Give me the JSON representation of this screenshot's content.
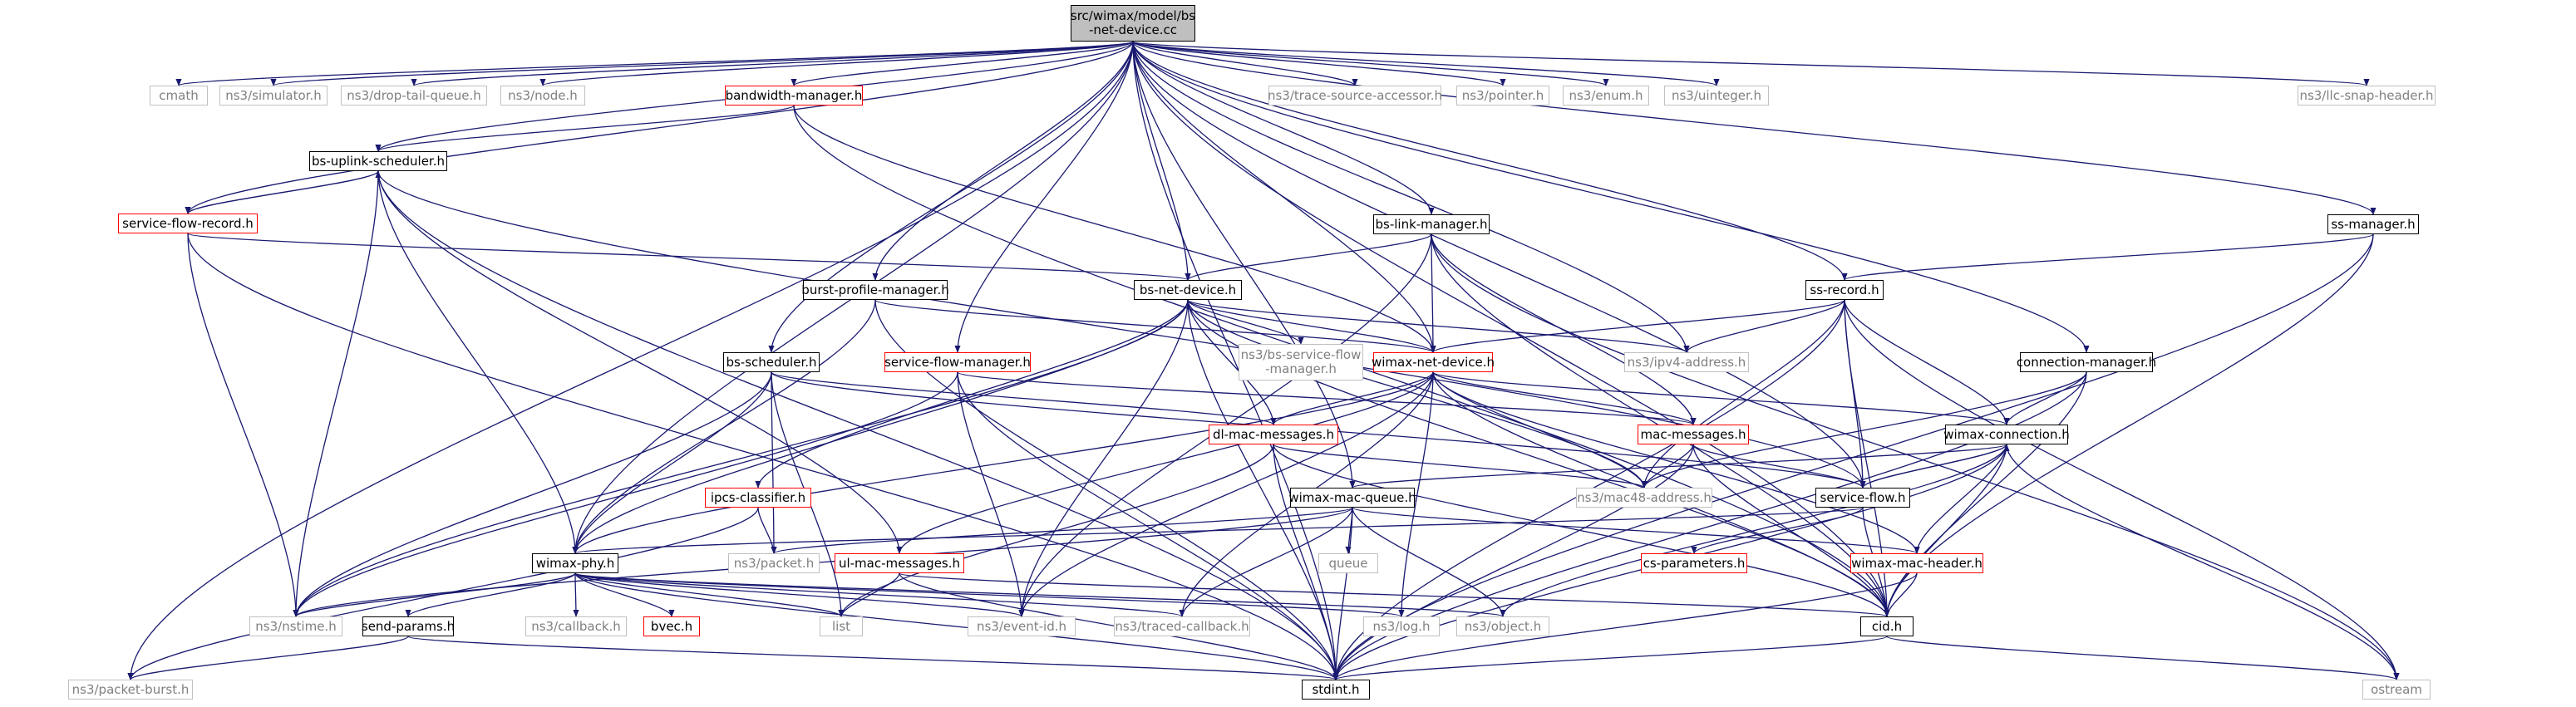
{
  "colors": {
    "edge": "#191970",
    "documented_border": "#000000",
    "external_border": "#c0c0c0",
    "truncated_border": "#ff0000",
    "root_fill": "#bfbfbf"
  },
  "nodes": {
    "root": "src/wimax/model/bs\n-net-device.cc",
    "cmath": "cmath",
    "simulator": "ns3/simulator.h",
    "droptail": "ns3/drop-tail-queue.h",
    "node": "ns3/node.h",
    "bwmgr": "bandwidth-manager.h",
    "tsa": "ns3/trace-source-accessor.h",
    "pointer": "ns3/pointer.h",
    "enum": "ns3/enum.h",
    "uinteger": "ns3/uinteger.h",
    "llc": "ns3/llc-snap-header.h",
    "uplink": "bs-uplink-scheduler.h",
    "sfrecord": "service-flow-record.h",
    "linkmgr": "bs-link-manager.h",
    "ssmgr": "ss-manager.h",
    "burst": "burst-profile-manager.h",
    "bsnd": "bs-net-device.h",
    "ssrecord": "ss-record.h",
    "bssched": "bs-scheduler.h",
    "sfmgr": "service-flow-manager.h",
    "bssfm": "ns3/bs-service-flow\n-manager.h",
    "wnd": "wimax-net-device.h",
    "ipv4": "ns3/ipv4-address.h",
    "connmgr": "connection-manager.h",
    "dlmac": "dl-mac-messages.h",
    "macmsg": "mac-messages.h",
    "wconn": "wimax-connection.h",
    "ipcs": "ipcs-classifier.h",
    "wmq": "wimax-mac-queue.h",
    "mac48": "ns3/mac48-address.h",
    "sflow": "service-flow.h",
    "wphy": "wimax-phy.h",
    "packet": "ns3/packet.h",
    "ulmac": "ul-mac-messages.h",
    "queue": "queue",
    "csparams": "cs-parameters.h",
    "wmh": "wimax-mac-header.h",
    "nstime": "ns3/nstime.h",
    "sendparams": "send-params.h",
    "callback": "ns3/callback.h",
    "bvec": "bvec.h",
    "list": "list",
    "eventid": "ns3/event-id.h",
    "tcb": "ns3/traced-callback.h",
    "log": "ns3/log.h",
    "object": "ns3/object.h",
    "cid": "cid.h",
    "pburst": "ns3/packet-burst.h",
    "stdint": "stdint.h",
    "ostream": "ostream"
  },
  "edges": [
    [
      "root",
      "cmath"
    ],
    [
      "root",
      "simulator"
    ],
    [
      "root",
      "droptail"
    ],
    [
      "root",
      "node"
    ],
    [
      "root",
      "bwmgr"
    ],
    [
      "root",
      "tsa"
    ],
    [
      "root",
      "pointer"
    ],
    [
      "root",
      "enum"
    ],
    [
      "root",
      "uinteger"
    ],
    [
      "root",
      "llc"
    ],
    [
      "root",
      "uplink"
    ],
    [
      "root",
      "sfrecord"
    ],
    [
      "root",
      "linkmgr"
    ],
    [
      "root",
      "ssmgr"
    ],
    [
      "root",
      "burst"
    ],
    [
      "root",
      "bsnd"
    ],
    [
      "root",
      "ssrecord"
    ],
    [
      "root",
      "bssched"
    ],
    [
      "root",
      "sfmgr"
    ],
    [
      "root",
      "wnd"
    ],
    [
      "root",
      "ipv4"
    ],
    [
      "root",
      "connmgr"
    ],
    [
      "root",
      "wmq"
    ],
    [
      "root",
      "sflow"
    ],
    [
      "root",
      "wphy"
    ],
    [
      "root",
      "cid"
    ],
    [
      "root",
      "pburst"
    ],
    [
      "root",
      "stdint"
    ],
    [
      "bwmgr",
      "uplink"
    ],
    [
      "bwmgr",
      "wnd"
    ],
    [
      "bwmgr",
      "cid"
    ],
    [
      "uplink",
      "sfrecord"
    ],
    [
      "sfrecord",
      "uplink"
    ],
    [
      "uplink",
      "nstime"
    ],
    [
      "uplink",
      "stdint"
    ],
    [
      "uplink",
      "wphy"
    ],
    [
      "uplink",
      "sflow"
    ],
    [
      "uplink",
      "ulmac"
    ],
    [
      "sfrecord",
      "bsnd"
    ],
    [
      "sfrecord",
      "nstime"
    ],
    [
      "sfrecord",
      "stdint"
    ],
    [
      "linkmgr",
      "bsnd"
    ],
    [
      "linkmgr",
      "wnd"
    ],
    [
      "linkmgr",
      "macmsg"
    ],
    [
      "linkmgr",
      "eventid"
    ],
    [
      "linkmgr",
      "cid"
    ],
    [
      "linkmgr",
      "ostream"
    ],
    [
      "ssmgr",
      "ssrecord"
    ],
    [
      "ssmgr",
      "cid"
    ],
    [
      "ssmgr",
      "stdint"
    ],
    [
      "burst",
      "wnd"
    ],
    [
      "burst",
      "stdint"
    ],
    [
      "burst",
      "wphy"
    ],
    [
      "bsnd",
      "ipcs"
    ],
    [
      "bsnd",
      "bssfm"
    ],
    [
      "bsnd",
      "wnd"
    ],
    [
      "bsnd",
      "dlmac"
    ],
    [
      "bsnd",
      "ipv4"
    ],
    [
      "bsnd",
      "mac48"
    ],
    [
      "bsnd",
      "nstime"
    ],
    [
      "bsnd",
      "wphy"
    ],
    [
      "bsnd",
      "eventid"
    ],
    [
      "bsnd",
      "stdint"
    ],
    [
      "bsnd",
      "cid"
    ],
    [
      "ssrecord",
      "wnd"
    ],
    [
      "ssrecord",
      "ipv4"
    ],
    [
      "ssrecord",
      "wconn"
    ],
    [
      "ssrecord",
      "mac48"
    ],
    [
      "ssrecord",
      "sflow"
    ],
    [
      "ssrecord",
      "cid"
    ],
    [
      "ssrecord",
      "stdint"
    ],
    [
      "ssrecord",
      "ostream"
    ],
    [
      "bssched",
      "dlmac"
    ],
    [
      "bssched",
      "wphy"
    ],
    [
      "bssched",
      "packet"
    ],
    [
      "bssched",
      "list"
    ],
    [
      "bssched",
      "nstime"
    ],
    [
      "bssched",
      "sflow"
    ],
    [
      "sfmgr",
      "macmsg"
    ],
    [
      "sfmgr",
      "stdint"
    ],
    [
      "sfmgr",
      "eventid"
    ],
    [
      "sfmgr",
      "nstime"
    ],
    [
      "wnd",
      "dlmac"
    ],
    [
      "wnd",
      "macmsg"
    ],
    [
      "wnd",
      "wconn"
    ],
    [
      "wnd",
      "mac48"
    ],
    [
      "wnd",
      "wphy"
    ],
    [
      "wnd",
      "ulmac"
    ],
    [
      "wnd",
      "tcb"
    ],
    [
      "wnd",
      "log"
    ],
    [
      "wnd",
      "cid"
    ],
    [
      "wnd",
      "eventid"
    ],
    [
      "wnd",
      "wmh"
    ],
    [
      "connmgr",
      "wconn"
    ],
    [
      "connmgr",
      "cid"
    ],
    [
      "connmgr",
      "stdint"
    ],
    [
      "connmgr",
      "mac48"
    ],
    [
      "dlmac",
      "mac48"
    ],
    [
      "dlmac",
      "list"
    ],
    [
      "dlmac",
      "stdint"
    ],
    [
      "dlmac",
      "cid"
    ],
    [
      "macmsg",
      "mac48"
    ],
    [
      "macmsg",
      "sflow"
    ],
    [
      "macmsg",
      "stdint"
    ],
    [
      "macmsg",
      "cid"
    ],
    [
      "wconn",
      "sflow"
    ],
    [
      "sflow",
      "wconn"
    ],
    [
      "wconn",
      "wmq"
    ],
    [
      "wconn",
      "wmh"
    ],
    [
      "wconn",
      "cid"
    ],
    [
      "wconn",
      "object"
    ],
    [
      "wconn",
      "stdint"
    ],
    [
      "wconn",
      "ostream"
    ],
    [
      "ipcs",
      "packet"
    ],
    [
      "ipcs",
      "pburst"
    ],
    [
      "wmq",
      "packet"
    ],
    [
      "wmq",
      "queue"
    ],
    [
      "wmq",
      "wmh"
    ],
    [
      "wmq",
      "object"
    ],
    [
      "wmq",
      "tcb"
    ],
    [
      "wmq",
      "stdint"
    ],
    [
      "wmq",
      "nstime"
    ],
    [
      "sflow",
      "csparams"
    ],
    [
      "sflow",
      "wphy"
    ],
    [
      "sflow",
      "cid"
    ],
    [
      "wphy",
      "nstime"
    ],
    [
      "wphy",
      "sendparams"
    ],
    [
      "wphy",
      "callback"
    ],
    [
      "wphy",
      "bvec"
    ],
    [
      "wphy",
      "list"
    ],
    [
      "wphy",
      "eventid"
    ],
    [
      "wphy",
      "tcb"
    ],
    [
      "wphy",
      "log"
    ],
    [
      "wphy",
      "object"
    ],
    [
      "wphy",
      "stdint"
    ],
    [
      "ulmac",
      "list"
    ],
    [
      "ulmac",
      "stdint"
    ],
    [
      "ulmac",
      "cid"
    ],
    [
      "wmh",
      "cid"
    ],
    [
      "wmh",
      "stdint"
    ],
    [
      "sendparams",
      "pburst"
    ],
    [
      "sendparams",
      "stdint"
    ],
    [
      "cid",
      "stdint"
    ],
    [
      "cid",
      "ostream"
    ]
  ]
}
